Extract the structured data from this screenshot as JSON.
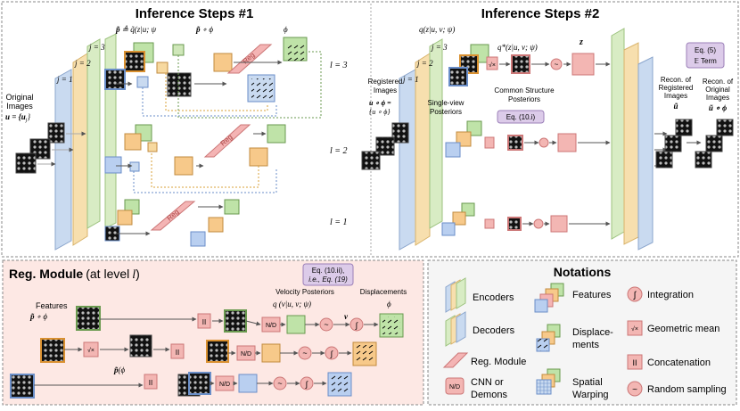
{
  "panels": {
    "inference1": {
      "title": "Inference Steps #1"
    },
    "inference2": {
      "title": "Inference Steps #2"
    },
    "reg_module": {
      "title": "Reg. Module",
      "subtitle": "(at level",
      "level": "l",
      "close": ")"
    },
    "notations": {
      "title": "Notations"
    }
  },
  "left_labels": {
    "original_images": "Original",
    "original_images2": "Images",
    "u_def": "u = {u",
    "u_def_sub": "j",
    "u_def_end": "}",
    "j1": "j = 1",
    "j2": "j = 2",
    "j3": "j = 3"
  },
  "inf1_top": {
    "p_hat": "p̃",
    "p_eq": "≜ q̃",
    "p_cond": "(z",
    "p_cond2": "|u",
    "p_cond3": "; ψ",
    "p_comp": "p̃",
    "p_comp2": "∘ ϕ",
    "phi_top": "ϕ"
  },
  "levels": {
    "l3": "l = 3",
    "l2": "l = 2",
    "l1": "l = 1"
  },
  "reg_label": "Reg",
  "inf2_top": {
    "q_label": "q",
    "q_cond": "(z",
    "q_cond2": "|u",
    "q_cond3": ", v",
    "q_cond4": "; ψ)",
    "qstar": "q*(z",
    "qstar2": "|u, v; ψ)",
    "z_label": "z",
    "common1": "Common Structure",
    "common2": "Posteriors",
    "single1": "Single-view",
    "single2": "Posteriors",
    "eq10i": "Eq. (10.i)",
    "eq5a": "Eq. (5)",
    "eq5b": "𝔼",
    "eq5c": "Term",
    "registered1": "Registered",
    "registered2": "Images",
    "reg_def": "u ∘ ϕ =",
    "reg_def2": "{u",
    "reg_def3": "∘ ϕ",
    "reg_def4": "}",
    "recon_reg1": "Recon. of",
    "recon_reg2": "Registered",
    "recon_reg3": "Images",
    "recon_reg4": "ũ",
    "recon_orig1": "Recon. of",
    "recon_orig2": "Original",
    "recon_orig3": "Images",
    "recon_orig4": "ũ ∘ ϕ"
  },
  "reg_module": {
    "features1": "Features",
    "features2": "p̃",
    "features3": "∘ ϕ",
    "velocity": "Velocity Posteriors",
    "velocity_eq": "q (v",
    "velocity_eq2": "|u, v",
    "velocity_eq3": "; ψ)",
    "v_label": "v",
    "displacements": "Displacements",
    "phi_label": "ϕ",
    "p_phi": "p̃",
    "p_phi2": "(ϕ",
    "eq10ii_a": "Eq. (10.ii),",
    "eq10ii_b": "i.e., Eq. (19)",
    "nd": "N/D",
    "concat_glyph": "II",
    "int_glyph": "∫",
    "rand_glyph": "~",
    "gm_glyph": "√×"
  },
  "notations": {
    "encoders": "Encoders",
    "decoders": "Decoders",
    "reg_module": "Reg. Module",
    "reg_short": "Reg",
    "cnn1": "CNN or",
    "cnn2": "Demons",
    "features": "Features",
    "displace1": "Displace-",
    "displace2": "ments",
    "spatial1": "Spatial",
    "spatial2": "Warping",
    "integration": "Integration",
    "geomean": "Geometric mean",
    "concat": "Concatenation",
    "random": "Random sampling"
  },
  "colors": {
    "encoder": "#c9daf0",
    "decoder": "#d8ecc4",
    "encoder_yellow": "#f7dfae",
    "reg": "#f4b4b4",
    "feature_green": "#bfe3a8",
    "feature_orange": "#f7c98a",
    "feature_blue": "#b9cff0",
    "red_op": "#f3b6b3",
    "purple": "#dccbe9",
    "panel_border": "#888888",
    "reg_panel_bg": "#fde8e4"
  }
}
